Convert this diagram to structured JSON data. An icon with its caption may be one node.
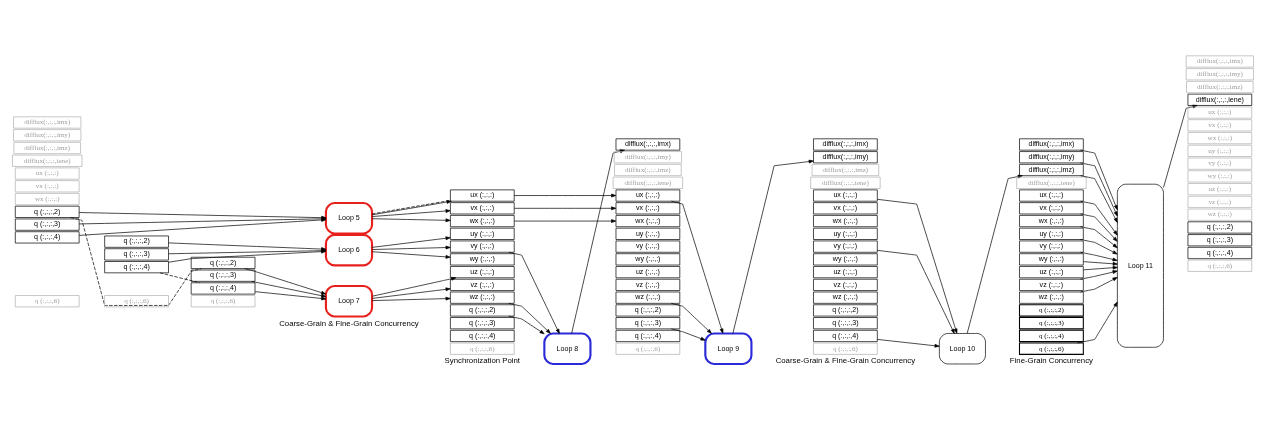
{
  "diagram": {
    "nodes": [
      {
        "text": [
          "difflux(:,:,:,imx)"
        ]
      },
      {
        "text": [
          "difflux(:,:,:,imy)"
        ]
      },
      {
        "text": [
          "difflux(:,:,:,imz)"
        ]
      },
      {
        "text": [
          "difflux(:,:,:,iene)"
        ]
      },
      {
        "text": [
          "ux (:,:,:)"
        ]
      },
      {
        "text": [
          "vx (:,:,:)"
        ]
      },
      {
        "text": [
          "wx (:,:,:)"
        ]
      },
      {
        "text": [
          "q (:,:,:,2)"
        ]
      },
      {
        "text": [
          "q (:,:,:,3)"
        ]
      },
      {
        "text": [
          "q (:,:,:,4)"
        ]
      },
      {
        "text": [
          "q (:,:,:,6)"
        ]
      },
      {
        "text": [
          "Loop 5"
        ]
      },
      {
        "text": [
          "q (:,:,:,2)"
        ]
      },
      {
        "text": [
          "q (:,:,:,3)"
        ]
      },
      {
        "text": [
          "q (:,:,:,4)"
        ]
      },
      {
        "text": [
          "q (:,:,:,6)"
        ]
      },
      {
        "text": [
          "Loop 6"
        ]
      },
      {
        "text": [
          "q (:,:,:,2)"
        ]
      },
      {
        "text": [
          "q (:,:,:,3)"
        ]
      },
      {
        "text": [
          "q (:,:,:,4)"
        ]
      },
      {
        "text": [
          "q (:,:,:,6)"
        ]
      },
      {
        "text": [
          "Loop 7"
        ]
      },
      {
        "text": [
          "ux (:,:,:)"
        ]
      },
      {
        "text": [
          "vx (:,:,:)"
        ]
      },
      {
        "text": [
          "wx (:,:,:)"
        ]
      },
      {
        "text": [
          "uy (:,:,:)"
        ]
      },
      {
        "text": [
          "vy (:,:,:)"
        ]
      },
      {
        "text": [
          "wy (:,:,:)"
        ]
      },
      {
        "text": [
          "uz (:,:,:)"
        ]
      },
      {
        "text": [
          "vz (:,:,:)"
        ]
      },
      {
        "text": [
          "wz (:,:,:)"
        ]
      },
      {
        "text": [
          "q (:,:,:,2)"
        ]
      },
      {
        "text": [
          "q (:,:,:,3)"
        ]
      },
      {
        "text": [
          "q (:,:,:,4)"
        ]
      },
      {
        "text": [
          "q (:,:,:,6)"
        ]
      },
      {
        "text": [
          "Loop 8"
        ]
      },
      {
        "text": [
          "difflux(:,:,:,imx)"
        ]
      },
      {
        "text": [
          "difflux(:,:,:,imy)"
        ]
      },
      {
        "text": [
          "difflux(:,:,:,imz)"
        ]
      },
      {
        "text": [
          "difflux(:,:,:,iene)"
        ]
      },
      {
        "text": [
          "ux (:,:,:)"
        ]
      },
      {
        "text": [
          "vx (:,:,:)"
        ]
      },
      {
        "text": [
          "wx (:,:,:)"
        ]
      },
      {
        "text": [
          "uy (:,:,:)"
        ]
      },
      {
        "text": [
          "vy (:,:,:)"
        ]
      },
      {
        "text": [
          "wy (:,:,:)"
        ]
      },
      {
        "text": [
          "uz (:,:,:)"
        ]
      },
      {
        "text": [
          "vz (:,:,:)"
        ]
      },
      {
        "text": [
          "wz (:,:,:)"
        ]
      },
      {
        "text": [
          "q (:,:,:,2)"
        ]
      },
      {
        "text": [
          "q (:,:,:,3)"
        ]
      },
      {
        "text": [
          "q (:,:,:,4)"
        ]
      },
      {
        "text": [
          "q (:,:,:,6)"
        ]
      },
      {
        "text": [
          "Loop 9"
        ]
      },
      {
        "text": [
          "difflux(:,:,:,imx)"
        ]
      },
      {
        "text": [
          "difflux(:,:,:,imy)"
        ]
      },
      {
        "text": [
          "difflux(:,:,:,imz)"
        ]
      },
      {
        "text": [
          "difflux(:,:,:,iene)"
        ]
      },
      {
        "text": [
          "ux (:,:,:)"
        ]
      },
      {
        "text": [
          "vx (:,:,:)"
        ]
      },
      {
        "text": [
          "wx (:,:,:)"
        ]
      },
      {
        "text": [
          "uy (:,:,:)"
        ]
      },
      {
        "text": [
          "vy (:,:,:)"
        ]
      },
      {
        "text": [
          "wy (:,:,:)"
        ]
      },
      {
        "text": [
          "uz (:,:,:)"
        ]
      },
      {
        "text": [
          "vz (:,:,:)"
        ]
      },
      {
        "text": [
          "wz (:,:,:)"
        ]
      },
      {
        "text": [
          "q (:,:,:,2)"
        ]
      },
      {
        "text": [
          "q (:,:,:,3)"
        ]
      },
      {
        "text": [
          "q (:,:,:,4)"
        ]
      },
      {
        "text": [
          "q (:,:,:,6)"
        ]
      },
      {
        "text": [
          "Loop 10"
        ]
      },
      {
        "text": [
          "difflux(:,:,:,imx)"
        ]
      },
      {
        "text": [
          "difflux(:,:,:,imy)"
        ]
      },
      {
        "text": [
          "difflux(:,:,:,imz)"
        ]
      },
      {
        "text": [
          "difflux(:,:,:,iene)"
        ]
      },
      {
        "text": [
          "ux (:,:,:)"
        ]
      },
      {
        "text": [
          "vx (:,:,:)"
        ]
      },
      {
        "text": [
          "wx (:,:,:)"
        ]
      },
      {
        "text": [
          "uy (:,:,:)"
        ]
      },
      {
        "text": [
          "vy (:,:,:)"
        ]
      },
      {
        "text": [
          "wy (:,:,:)"
        ]
      },
      {
        "text": [
          "uz (:,:,:)"
        ]
      },
      {
        "text": [
          "vz (:,:,:)"
        ]
      },
      {
        "text": [
          "wz (:,:,:)"
        ]
      },
      {
        "text": [
          "q (:,:,:,2)"
        ]
      },
      {
        "text": [
          "q (:,:,:,3)"
        ]
      },
      {
        "text": [
          "q (:,:,:,4)"
        ]
      },
      {
        "text": [
          "q (:,:,:,6)"
        ]
      },
      {
        "text": [
          "Loop 11"
        ]
      },
      {
        "text": [
          "difflux(:,:,:,imx)"
        ]
      },
      {
        "text": [
          "difflux(:,:,:,imy)"
        ]
      },
      {
        "text": [
          "difflux(:,:,:,imz)"
        ]
      },
      {
        "text": [
          "difflux(:,:,:,iene)"
        ]
      },
      {
        "text": [
          "ux (:,:,:)"
        ]
      },
      {
        "text": [
          "vx (:,:,:)"
        ]
      },
      {
        "text": [
          "wx (:,:,:)"
        ]
      },
      {
        "text": [
          "uy (:,:,:)"
        ]
      },
      {
        "text": [
          "vy (:,:,:)"
        ]
      },
      {
        "text": [
          "wy (:,:,:)"
        ]
      },
      {
        "text": [
          "uz (:,:,:)"
        ]
      },
      {
        "text": [
          "vz (:,:,:)"
        ]
      },
      {
        "text": [
          "wz (:,:,:)"
        ]
      },
      {
        "text": [
          "q (:,:,:,2)"
        ]
      },
      {
        "text": [
          "q (:,:,:,3)"
        ]
      },
      {
        "text": [
          "q (:,:,:,4)"
        ]
      },
      {
        "text": [
          "q (:,:,:,6)"
        ]
      }
    ],
    "edges": [
      {
        "from": 7,
        "to": 11,
        "arrow": "to"
      },
      {
        "from": 8,
        "to": 11,
        "arrow": "to"
      },
      {
        "from": 9,
        "to": 11,
        "arrow": "to"
      },
      {
        "from": 11,
        "to": 22,
        "arrow": "to"
      },
      {
        "from": 11,
        "to": 23,
        "arrow": "to"
      },
      {
        "from": 11,
        "to": 24,
        "arrow": "to"
      },
      {
        "from": 12,
        "to": 16,
        "arrow": "to"
      },
      {
        "from": 13,
        "to": 16,
        "arrow": "to"
      },
      {
        "from": 14,
        "to": 16,
        "arrow": "to"
      },
      {
        "from": 16,
        "to": 25,
        "arrow": "to"
      },
      {
        "from": 16,
        "to": 26,
        "arrow": "to"
      },
      {
        "from": 16,
        "to": 27,
        "arrow": "to"
      },
      {
        "from": 17,
        "to": 21,
        "arrow": "to"
      },
      {
        "from": 18,
        "to": 21,
        "arrow": "to"
      },
      {
        "from": 19,
        "to": 21,
        "arrow": "to"
      },
      {
        "from": 21,
        "to": 28,
        "arrow": "to"
      },
      {
        "from": 21,
        "to": 29,
        "arrow": "to"
      },
      {
        "from": 21,
        "to": 30,
        "arrow": "to"
      },
      {
        "from": 7,
        "to": 17,
        "arrow": "none",
        "style": "dashed"
      },
      {
        "from": 14,
        "to": 19,
        "arrow": "none",
        "style": "dashed"
      },
      {
        "from": 11,
        "to": 22,
        "arrow": "none",
        "style": "dashed"
      },
      {
        "from": 31,
        "to": 35,
        "arrow": "to"
      },
      {
        "from": 26,
        "to": 35,
        "arrow": "to"
      },
      {
        "from": 30,
        "to": 35,
        "arrow": "to"
      },
      {
        "from": 35,
        "to": 36,
        "arrow": "to"
      },
      {
        "from": 22,
        "to": 40,
        "arrow": "to"
      },
      {
        "from": 23,
        "to": 41,
        "arrow": "to"
      },
      {
        "from": 24,
        "to": 42,
        "arrow": "to"
      },
      {
        "from": 40,
        "to": 53,
        "arrow": "to"
      },
      {
        "from": 50,
        "to": 53,
        "arrow": "to"
      },
      {
        "from": 48,
        "to": 53,
        "arrow": "to"
      },
      {
        "from": 53,
        "to": 55,
        "arrow": "to"
      },
      {
        "from": 58,
        "to": 71,
        "arrow": "to"
      },
      {
        "from": 62,
        "to": 71,
        "arrow": "to"
      },
      {
        "from": 69,
        "to": 71,
        "arrow": "to"
      },
      {
        "from": 71,
        "to": 74,
        "arrow": "to"
      },
      {
        "from": 72,
        "to": 89,
        "arrow": "to"
      },
      {
        "from": 73,
        "to": 89,
        "arrow": "to"
      },
      {
        "from": 74,
        "to": 89,
        "arrow": "to"
      },
      {
        "from": 76,
        "to": 89,
        "arrow": "to"
      },
      {
        "from": 77,
        "to": 89,
        "arrow": "to"
      },
      {
        "from": 78,
        "to": 89,
        "arrow": "to"
      },
      {
        "from": 79,
        "to": 89,
        "arrow": "to"
      },
      {
        "from": 80,
        "to": 89,
        "arrow": "to"
      },
      {
        "from": 81,
        "to": 89,
        "arrow": "to"
      },
      {
        "from": 82,
        "to": 89,
        "arrow": "to"
      },
      {
        "from": 83,
        "to": 89,
        "arrow": "to"
      },
      {
        "from": 84,
        "to": 89,
        "arrow": "to"
      },
      {
        "from": 88,
        "to": 89,
        "arrow": "to"
      },
      {
        "from": 89,
        "to": 93,
        "arrow": "to"
      }
    ],
    "labels": [
      "Coarse-Grain & Fine-Grain Concurrency",
      "Synchronization Point",
      "Coarse-Grain & Fine-Grain Concurrency",
      "Fine-Grain Concurrency"
    ]
  }
}
